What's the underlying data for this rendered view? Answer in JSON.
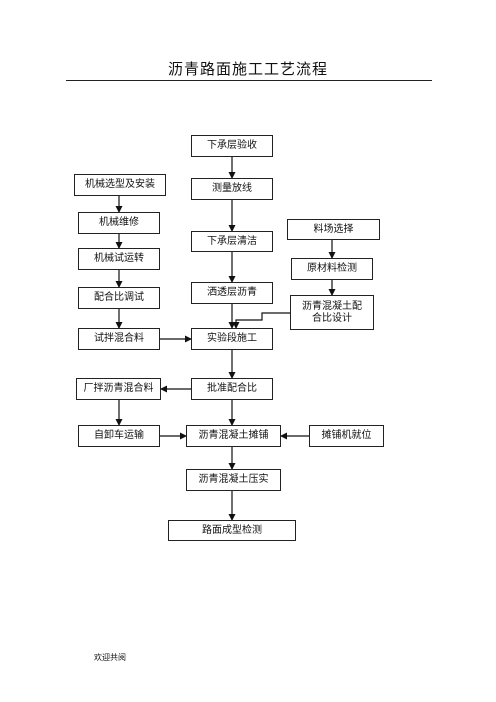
{
  "title": "沥青路面施工工艺流程",
  "footer": "欢迎共阅",
  "steps": {
    "lower_accept": "下承层验收",
    "survey": "测量放线",
    "lower_clean": "下承层清洁",
    "prime_coat": "洒透层沥青",
    "trial_section": "实验段施工",
    "approve_mix": "批准配合比",
    "paving": "沥青混凝土摊铺",
    "compaction": "沥青混凝土压实",
    "inspection": "路面成型检测",
    "machine_select": "机械选型及安装",
    "machine_repair": "机械维修",
    "machine_trial": "机械试运转",
    "mix_debug": "配合比调试",
    "trial_mix": "试拌混合料",
    "plant_mix": "厂拌沥青混合料",
    "dump_truck": "自卸车运输",
    "site_select": "料场选择",
    "material_test": "原材料检测",
    "mix_design": "沥青混凝土配合比设计",
    "paver_ready": "摊铺机就位"
  }
}
